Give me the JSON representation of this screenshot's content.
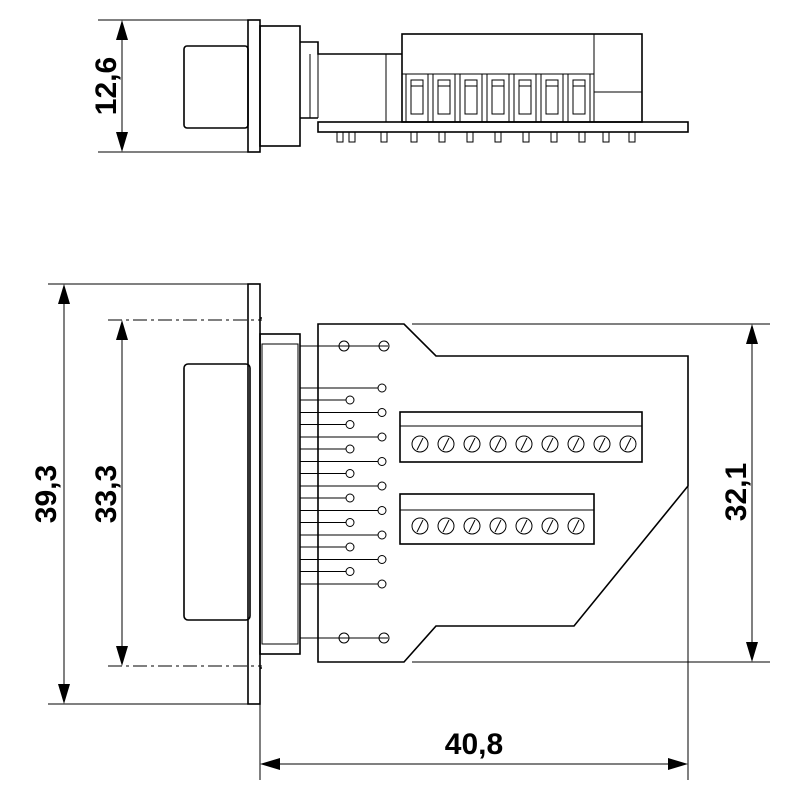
{
  "dimensions": {
    "side_height": "12,6",
    "overall_height": "39,3",
    "flange_height": "33,3",
    "board_height": "32,1",
    "overall_width": "40,8"
  },
  "terminals": {
    "upper_row_count": 9,
    "lower_row_count": 7,
    "side_view_count": 7
  },
  "colors": {
    "line": "#000000",
    "background": "#ffffff"
  }
}
